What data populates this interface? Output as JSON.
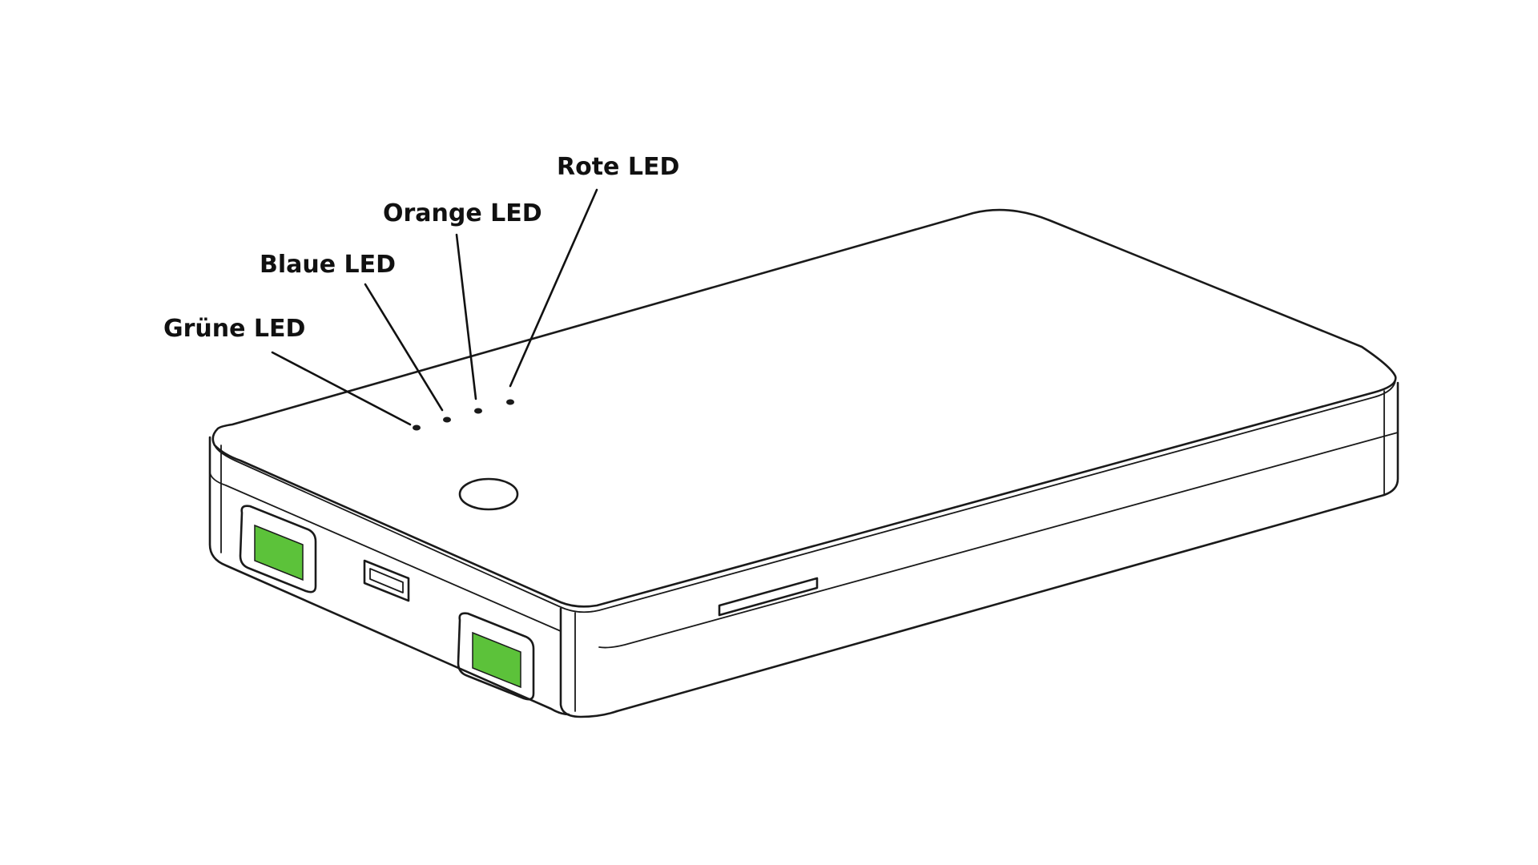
{
  "callouts": [
    {
      "id": "green",
      "label": "Grüne LED"
    },
    {
      "id": "blue",
      "label": "Blaue LED"
    },
    {
      "id": "orange",
      "label": "Orange LED"
    },
    {
      "id": "red",
      "label": "Rote LED"
    }
  ],
  "colors": {
    "outline": "#1a1a1a",
    "usb_insert": "#5cc23a",
    "background": "#ffffff"
  }
}
